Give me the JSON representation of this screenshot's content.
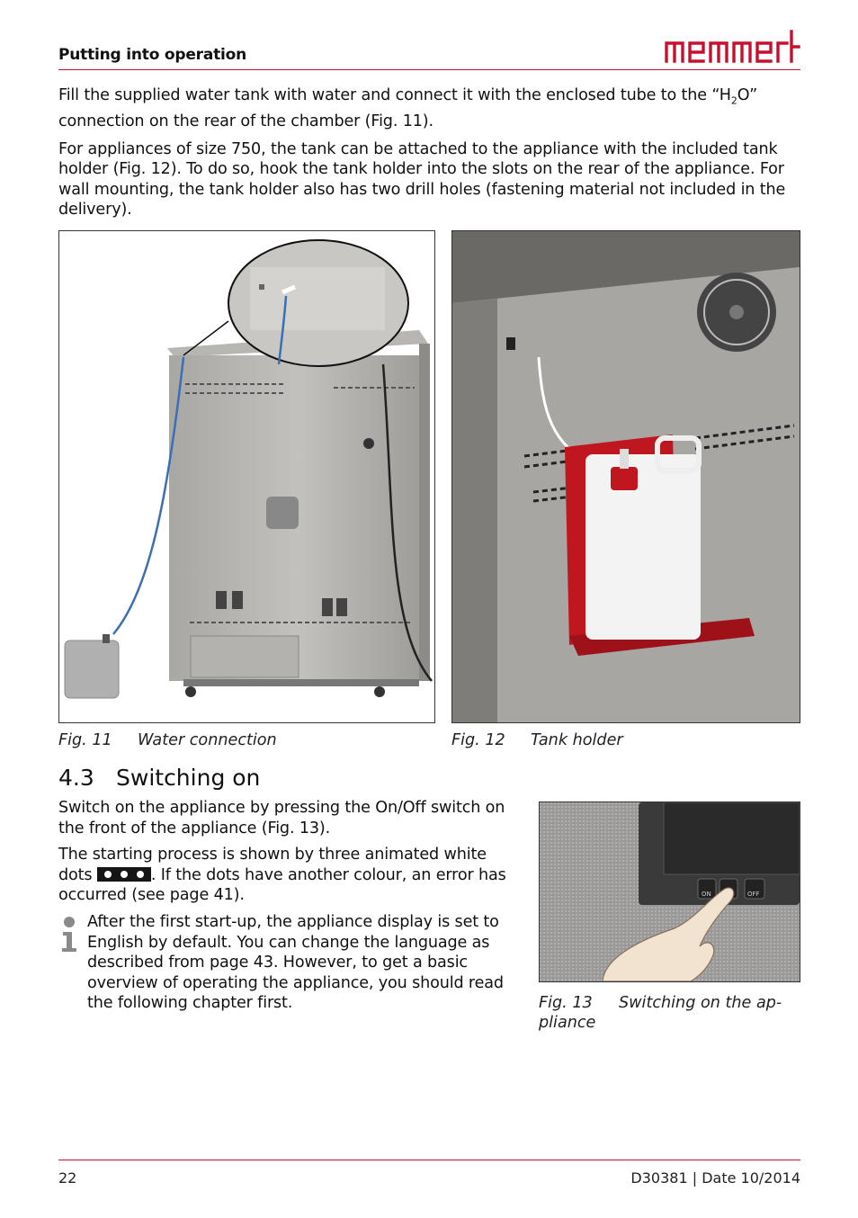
{
  "header": {
    "section_title": "Putting into operation",
    "logo_text": "memmert"
  },
  "intro": {
    "p1_before": "Fill the supplied water tank with water and connect it with the enclosed tube to the “H",
    "p1_sub": "2",
    "p1_after": "O” connection on the rear of the chamber (Fig. 11).",
    "p2": "For appliances of size 750, the tank can be attached to the appliance with the included tank holder (Fig. 12). To do so, hook the tank holder into the slots on the rear of the appliance. For wall mounting, the tank holder also has two drill holes (fastening material not included in the delivery)."
  },
  "figures": {
    "fig11": {
      "number": "Fig. 11",
      "caption": "Water connection"
    },
    "fig12": {
      "number": "Fig. 12",
      "caption": "Tank holder"
    },
    "fig13": {
      "number": "Fig. 13",
      "caption_line1": "Switching on the ap-",
      "caption_line2": "pliance",
      "btn_on": "ON",
      "btn_off": "OFF"
    }
  },
  "section": {
    "number": "4.3",
    "title": "Switching on",
    "p1": "Switch on the appliance by pressing the On/Off switch on the front of the appliance (Fig. 13).",
    "p2_before": "The starting process is shown by three animated white dots",
    "p2_after": ". If the dots have another colour, an error has occurred (see page 41).",
    "info": "After the first start-up, the appliance display is set to English by default. You can change the language as described from page 43. However, to get a basic overview of operating the appliance, you should read the following chapter first."
  },
  "footer": {
    "page": "22",
    "doc": "D30381 | Date 10/2014"
  },
  "colors": {
    "accent": "#c8102e",
    "tank_holder": "#c0161f",
    "tube": "#3b6fb5"
  }
}
